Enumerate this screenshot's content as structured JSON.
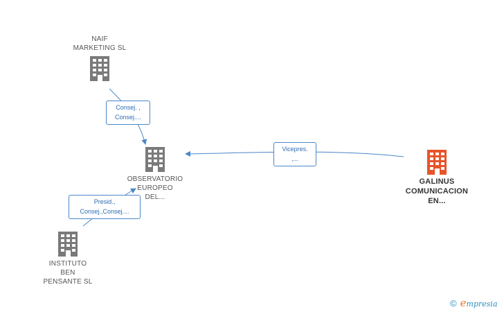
{
  "colors": {
    "building_gray": "#7a7a7a",
    "building_highlight": "#e8542a",
    "edge": "#4a86c8",
    "label_border": "#4a86c8",
    "label_text": "#2e6cb3"
  },
  "icons": {
    "building": "building-icon",
    "copyright": "copyright-icon"
  },
  "nodes": {
    "naif": {
      "label": "NAIF\nMARKETING SL"
    },
    "observatorio": {
      "label": "OBSERVATORIO\nEUROPEO\nDEL..."
    },
    "galinus": {
      "label": "GALINUS\nCOMUNICACION\nEN..."
    },
    "instituto": {
      "label": "INSTITUTO\nBEN\nPENSANTE SL"
    }
  },
  "edges": {
    "naif_obs": {
      "label": "Consej. ,\nConsej...."
    },
    "galinus_obs": {
      "label": "Vicepres.\n,..."
    },
    "instituto_obs": {
      "label": "Presid.,\nConsej.,Consej...."
    }
  },
  "watermark": {
    "symbol": "©",
    "brand_first": "e",
    "brand_rest": "mpresia"
  }
}
